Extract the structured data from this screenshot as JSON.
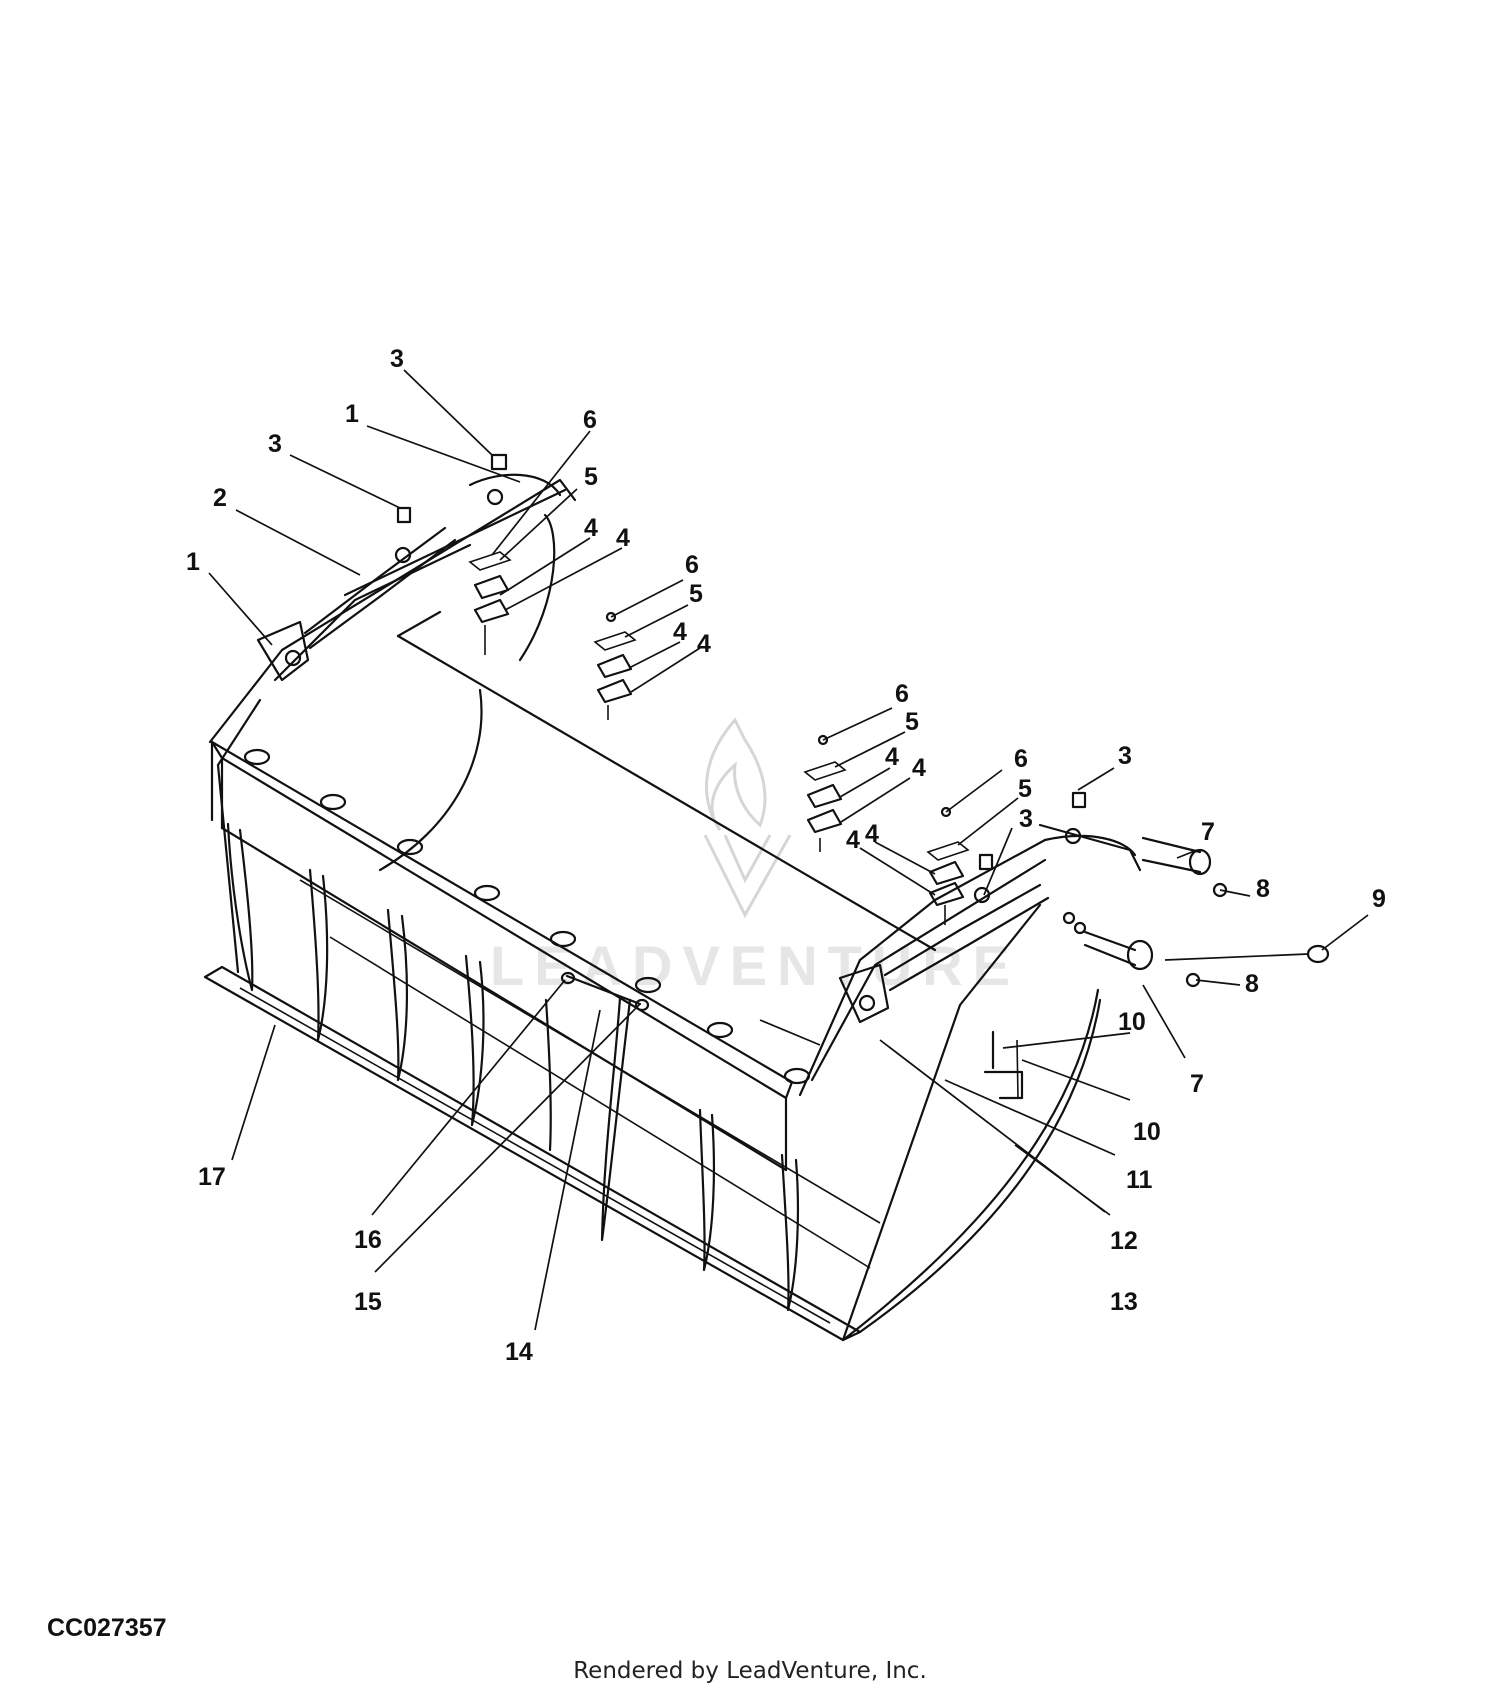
{
  "figure_code": "CC027357",
  "footer_text": "Rendered by LeadVenture, Inc.",
  "watermark_text": "LEADVENTURE",
  "callouts": [
    "1",
    "2",
    "3",
    "4",
    "5",
    "6",
    "7",
    "8",
    "9",
    "10",
    "11",
    "12",
    "13",
    "14",
    "15",
    "16",
    "17"
  ]
}
